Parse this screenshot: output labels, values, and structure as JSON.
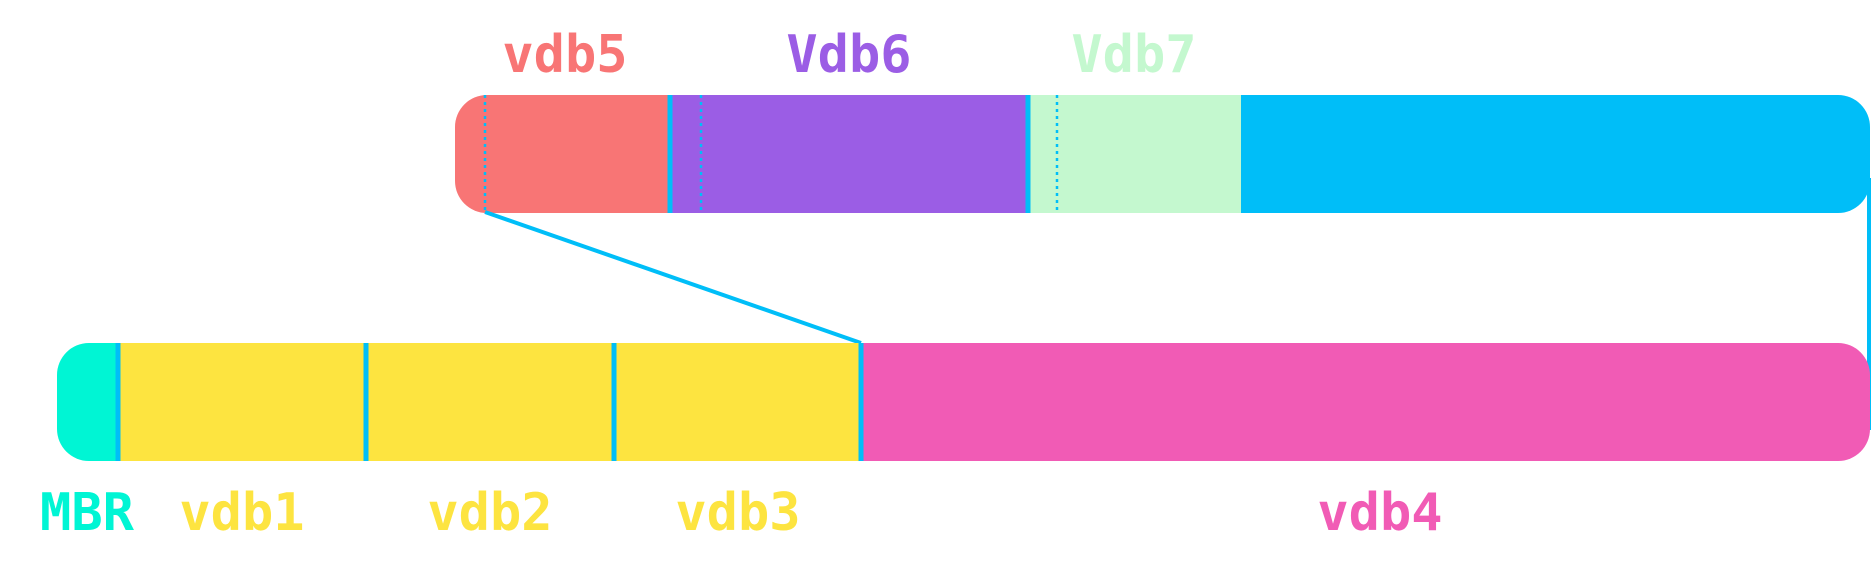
{
  "colors": {
    "mbr": "#00F5D4",
    "primary": "#FDE440",
    "extended": "#F15BB5",
    "vdb5": "#F87575",
    "vdb6": "#9B5DE5",
    "vdb7": "#C4F8CF",
    "free": "#00BEF8",
    "divider": "#00BEF8",
    "connector": "#00BEF8"
  },
  "disk": {
    "partitions": [
      {
        "id": "mbr",
        "label": "MBR"
      },
      {
        "id": "vdb1",
        "label": "vdb1"
      },
      {
        "id": "vdb2",
        "label": "vdb2"
      },
      {
        "id": "vdb3",
        "label": "vdb3"
      },
      {
        "id": "vdb4",
        "label": "vdb4"
      }
    ]
  },
  "extended": {
    "partitions": [
      {
        "id": "vdb5",
        "label": "vdb5"
      },
      {
        "id": "vdb6",
        "label": "Vdb6"
      },
      {
        "id": "vdb7",
        "label": "Vdb7"
      },
      {
        "id": "free",
        "label": ""
      }
    ]
  }
}
